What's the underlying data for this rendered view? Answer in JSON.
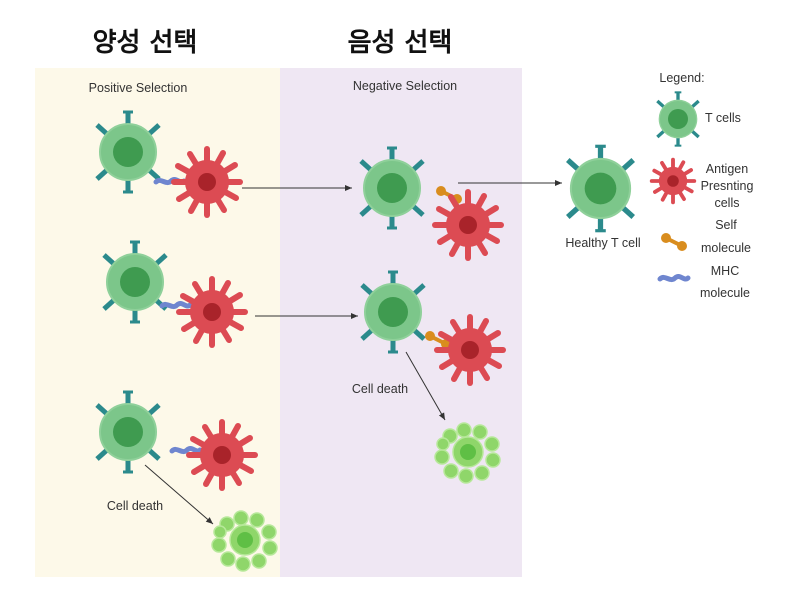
{
  "titles": {
    "positive": "양성 선택",
    "negative": "음성 선택"
  },
  "panels": {
    "positive_label": "Positive Selection",
    "negative_label": "Negative Selection"
  },
  "labels": {
    "cell_death_1": "Cell death",
    "cell_death_2": "Cell death",
    "healthy": "Healthy T cell"
  },
  "legend": {
    "title": "Legend:",
    "t_cells": "T cells",
    "apc": [
      "Antigen",
      "Presnting",
      "cells"
    ],
    "self": [
      "Self",
      "molecule"
    ],
    "mhc": [
      "MHC",
      "molecule"
    ]
  },
  "colors": {
    "positive_bg": "#fdf9e9",
    "negative_bg": "#efe7f3",
    "t_cell": "#7cc68a",
    "t_nucleus": "#3f9b50",
    "receptor": "#2b8a8c",
    "apc": "#dc4b53",
    "apc_nucleus": "#a9232a",
    "self_molecule": "#d98d1e",
    "mhc": "#6f86cf",
    "dead_cell": "#8fd66a"
  }
}
